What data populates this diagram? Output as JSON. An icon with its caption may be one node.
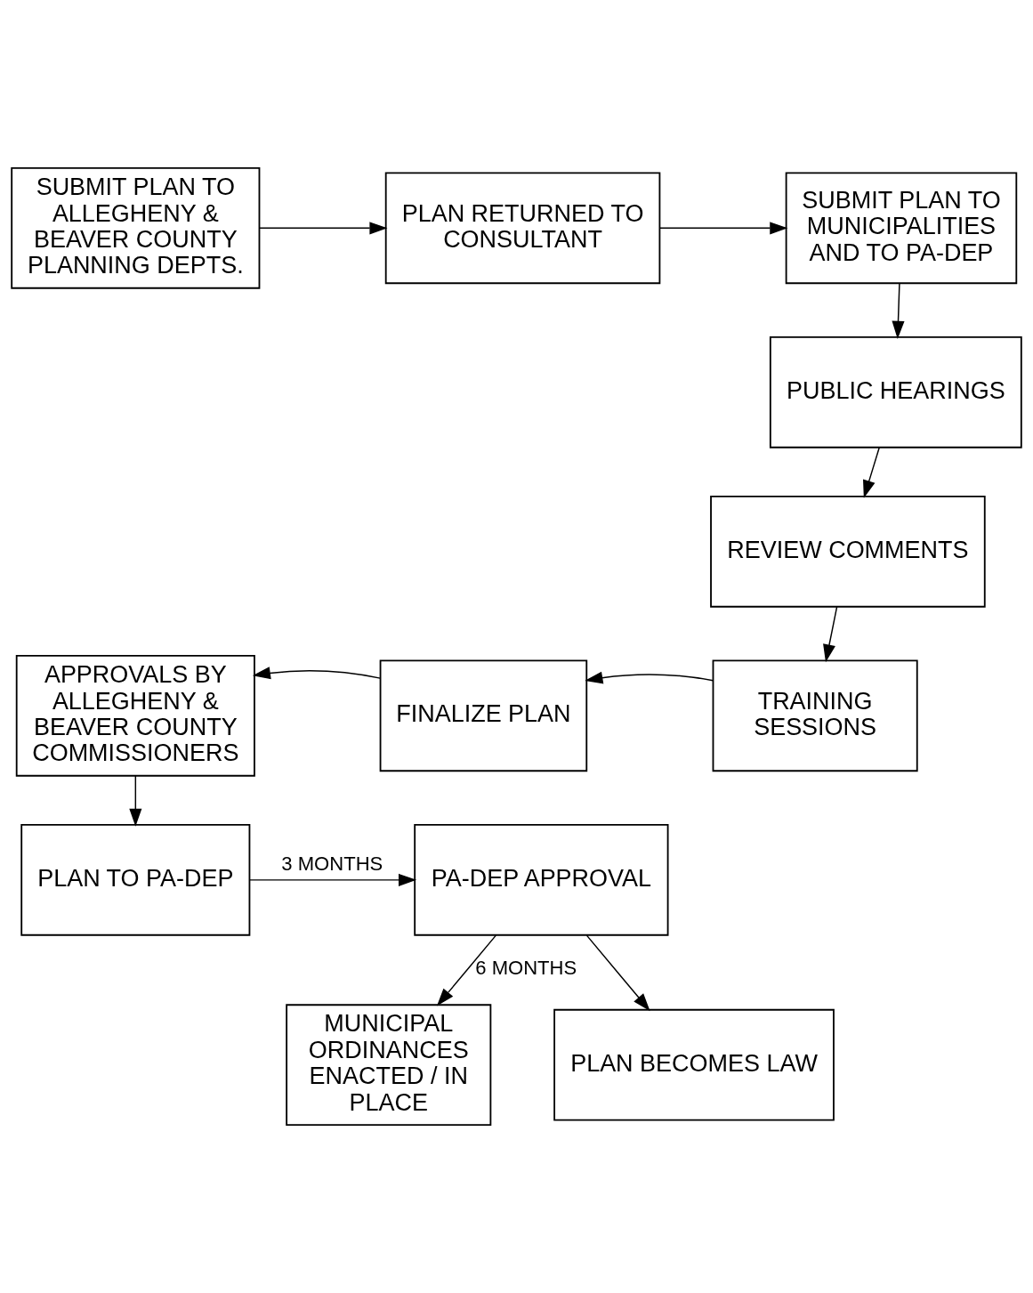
{
  "diagram": {
    "nodes": [
      {
        "text": [
          "SUBMIT PLAN TO ALLEGHENY & BEAVER COUNTY PLANNING DEPTS."
        ]
      },
      {
        "text": [
          "PLAN RETURNED TO CONSULTANT"
        ]
      },
      {
        "text": [
          "SUBMIT PLAN TO MUNICIPALITIES AND TO PA-DEP"
        ]
      },
      {
        "text": [
          "PUBLIC HEARINGS"
        ]
      },
      {
        "text": [
          "REVIEW COMMENTS"
        ]
      },
      {
        "text": [
          "TRAINING SESSIONS"
        ]
      },
      {
        "text": [
          "FINALIZE PLAN"
        ]
      },
      {
        "text": [
          "APPROVALS BY ALLEGHENY & BEAVER COUNTY COMMISSIONERS"
        ]
      },
      {
        "text": [
          "PLAN TO PA-DEP"
        ]
      },
      {
        "text": [
          "PA-DEP APPROVAL"
        ]
      },
      {
        "text": [
          "MUNICIPAL ORDINANCES ENACTED / IN PLACE"
        ]
      },
      {
        "text": [
          "PLAN BECOMES LAW"
        ]
      }
    ],
    "edges": [
      {
        "from": 0,
        "to": 1,
        "arrow": "to"
      },
      {
        "from": 1,
        "to": 2,
        "arrow": "to"
      },
      {
        "from": 2,
        "to": 3,
        "arrow": "to"
      },
      {
        "from": 3,
        "to": 4,
        "arrow": "to"
      },
      {
        "from": 4,
        "to": 5,
        "arrow": "to"
      },
      {
        "from": 5,
        "to": 6,
        "arrow": "to"
      },
      {
        "from": 6,
        "to": 7,
        "arrow": "to"
      },
      {
        "from": 7,
        "to": 8,
        "arrow": "to"
      },
      {
        "from": 8,
        "to": 9,
        "arrow": "to",
        "label": "3 MONTHS"
      },
      {
        "from": 9,
        "to": 10,
        "arrow": "to",
        "label": "6 MONTHS"
      },
      {
        "from": 9,
        "to": 11,
        "arrow": "to"
      }
    ]
  }
}
